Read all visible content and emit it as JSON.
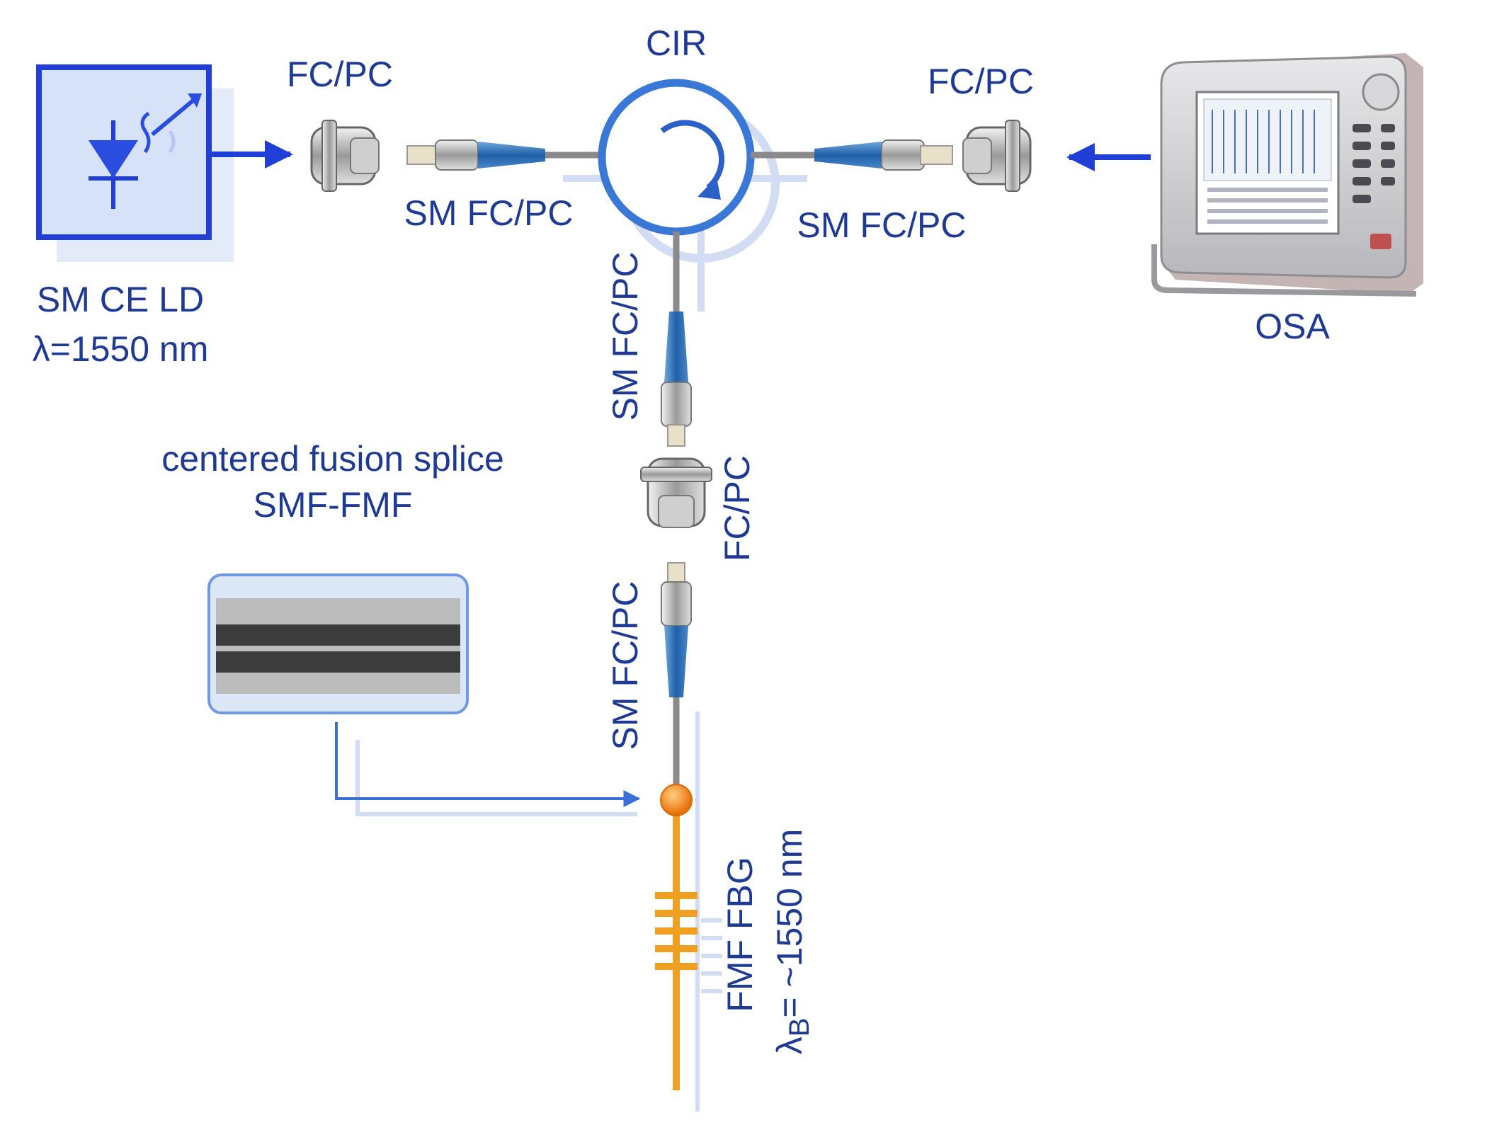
{
  "labels": {
    "circulator": "CIR",
    "fcpc_left": "FC/PC",
    "fcpc_right": "FC/PC",
    "fcpc_vertical": "FC/PC",
    "sm_fcpc_left": "SM FC/PC",
    "sm_fcpc_right": "SM FC/PC",
    "sm_fcpc_vertical_top": "SM FC/PC",
    "sm_fcpc_vertical_bottom": "SM FC/PC",
    "laser_line1": "SM CE LD",
    "laser_line2": "λ=1550 nm",
    "osa": "OSA",
    "splice_line1": "centered fusion splice",
    "splice_line2": "SMF-FMF",
    "fbg_line1": "FMF FBG",
    "fbg_lambda": "λ",
    "fbg_sub": "B",
    "fbg_value": "= ~1550 nm"
  },
  "icons": {
    "laser": "laser-diode-icon",
    "osa": "optical-spectrum-analyzer-icon",
    "circulator": "circulator-icon"
  },
  "colors": {
    "accent": "#1f3fd6",
    "text": "#1f3a93",
    "fiber": "#8a8a8a",
    "fbg": "#f0a020",
    "splice": "#f07a10"
  }
}
